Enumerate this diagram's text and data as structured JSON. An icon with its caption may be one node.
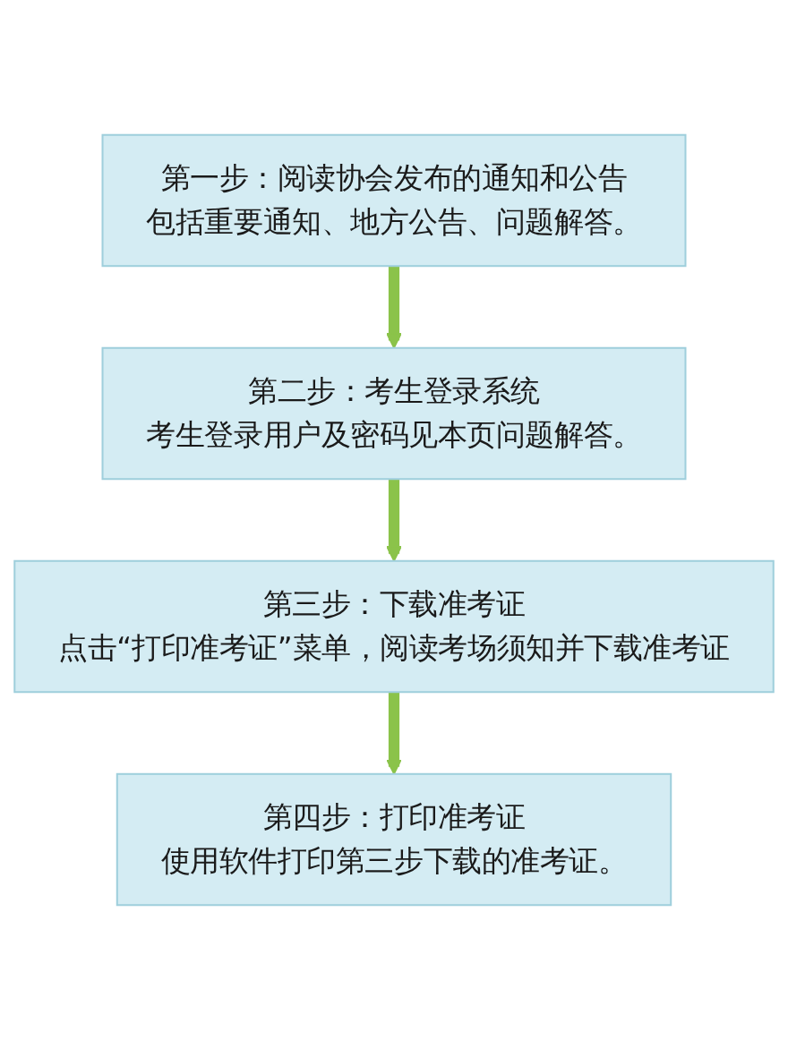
{
  "diagram": {
    "nodes": [
      {
        "text": [
          "第一步：阅读协会发布的通知和公告",
          "包括重要通知、地方公告、问题解答。"
        ]
      },
      {
        "text": [
          "第二步：考生登录系统",
          "考生登录用户及密码见本页问题解答。"
        ]
      },
      {
        "text": [
          "第三步：下载准考证",
          "点击“打印准考证”菜单，阅读考场须知并下载准考证"
        ]
      },
      {
        "text": [
          "第四步：打印准考证",
          "使用软件打印第三步下载的准考证。"
        ]
      }
    ],
    "edges": [
      {
        "from": 0,
        "to": 1,
        "arrow": "to"
      },
      {
        "from": 1,
        "to": 2,
        "arrow": "to"
      },
      {
        "from": 2,
        "to": 3,
        "arrow": "to"
      }
    ]
  }
}
